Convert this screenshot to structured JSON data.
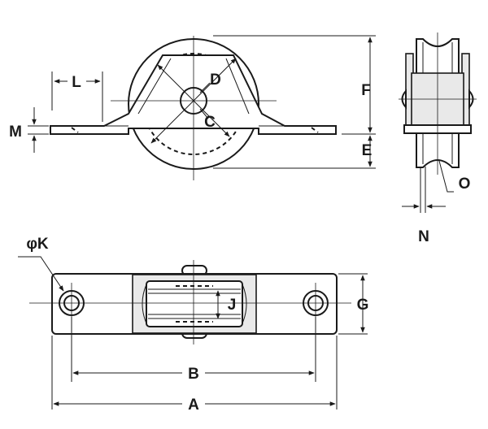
{
  "labels": {
    "A": "A",
    "B": "B",
    "C": "C",
    "D": "D",
    "E": "E",
    "F": "F",
    "G": "G",
    "J": "J",
    "K": "φK",
    "L": "L",
    "M": "M",
    "N": "N",
    "O": "O"
  },
  "colors": {
    "line": "#1a1a1a",
    "fill": "#ffffff",
    "shade": "#e9e9e9"
  }
}
